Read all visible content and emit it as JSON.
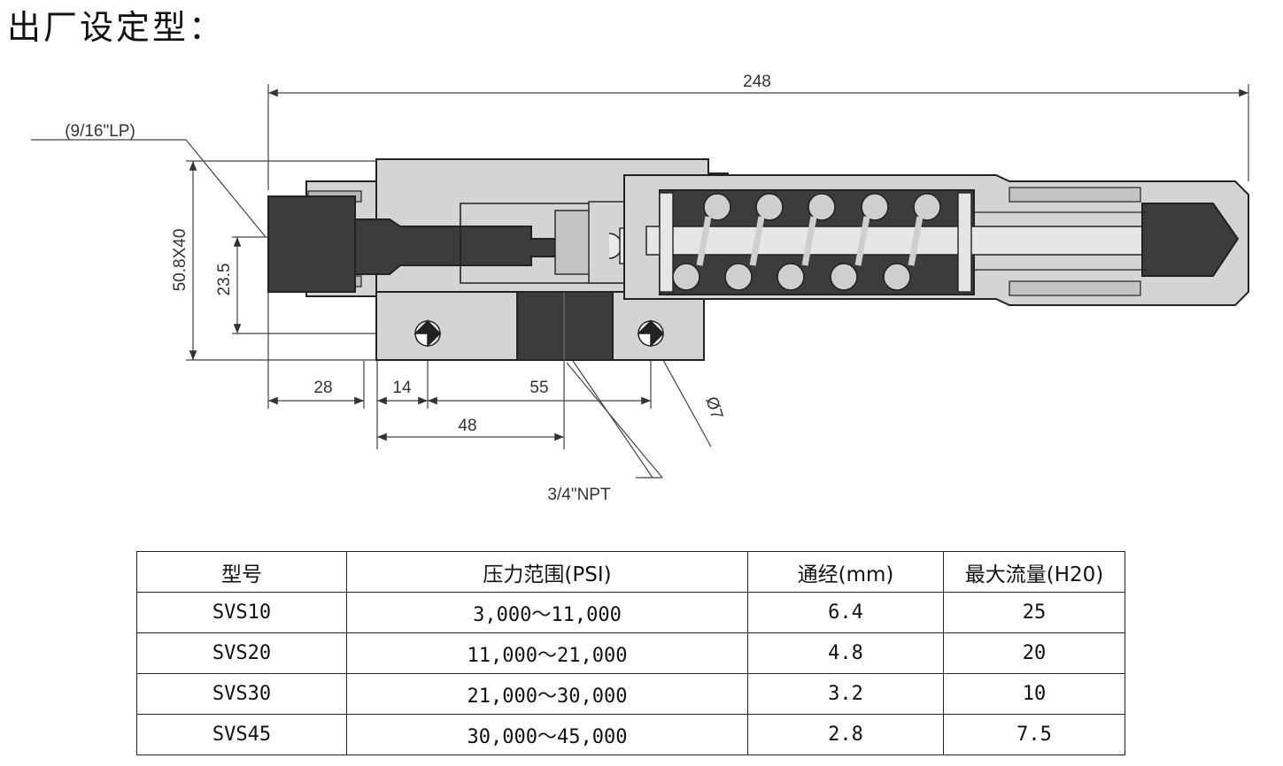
{
  "title": "出厂设定型：",
  "dimensions": {
    "overall_length": "248",
    "connection": "(9/16\"LP)",
    "body_section": "50.8X40",
    "height": "23.5",
    "d1": "28",
    "d2": "14",
    "d3": "55",
    "d4": "48",
    "hole": "Ø7",
    "port": "3/4\"NPT"
  },
  "table": {
    "headers": [
      "型号",
      "压力范围(PSI)",
      "通经(mm)",
      "最大流量(H20)"
    ],
    "rows": [
      [
        "SVS10",
        "3,000～11,000",
        "6.4",
        "25"
      ],
      [
        "SVS20",
        "11,000～21,000",
        "4.8",
        "20"
      ],
      [
        "SVS30",
        "21,000～30,000",
        "3.2",
        "10"
      ],
      [
        "SVS45",
        "30,000～45,000",
        "2.8",
        "7.5"
      ]
    ]
  },
  "colors": {
    "body": "#d4d4d4",
    "dark_fill": "#3c3c3c",
    "line": "#222222"
  }
}
